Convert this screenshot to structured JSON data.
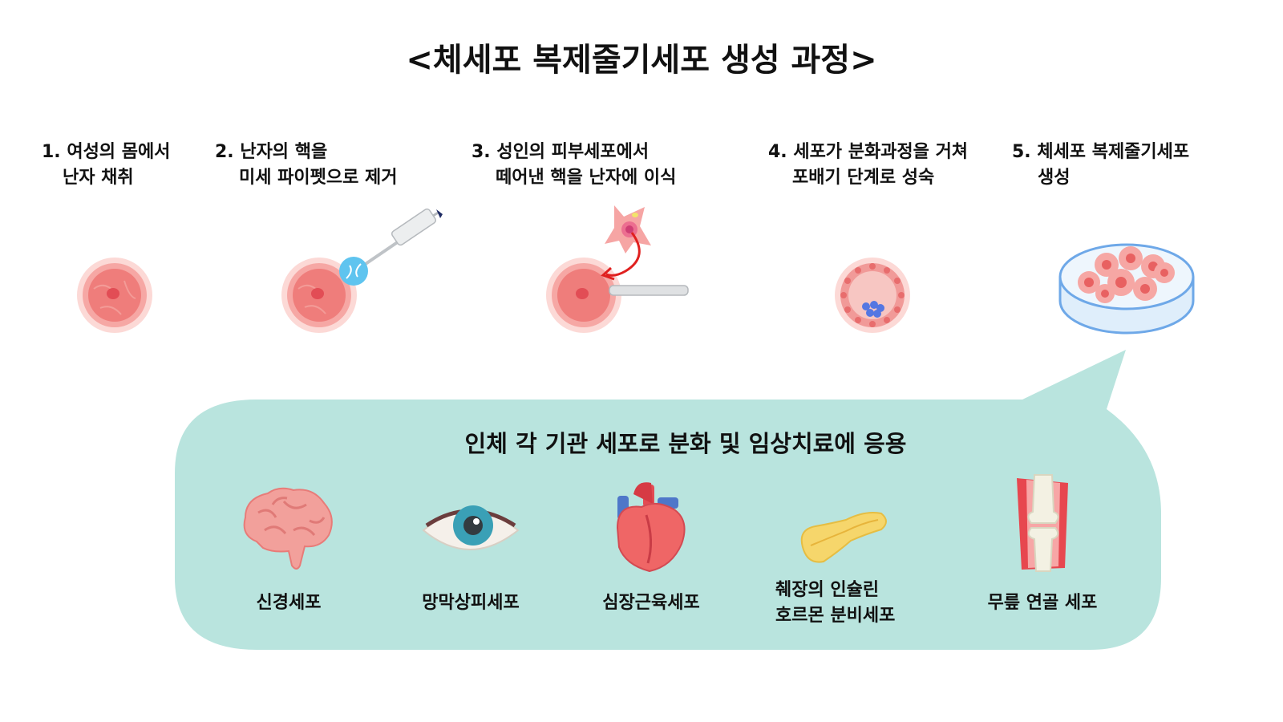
{
  "title": "<체세포 복제줄기세포 생성 과정>",
  "steps": [
    {
      "line1": "1. 여성의 몸에서",
      "line2": "난자 채취"
    },
    {
      "line1": "2. 난자의 핵을",
      "line2": "미세 파이펫으로 제거"
    },
    {
      "line1": "3. 성인의 피부세포에서",
      "line2": "떼어낸 핵을 난자에 이식"
    },
    {
      "line1": "4. 세포가 분화과정을 거쳐",
      "line2": "포배기 단계로 성숙"
    },
    {
      "line1": "5. 체세포 복제줄기세포",
      "line2": "생성"
    }
  ],
  "application": {
    "title": "인체 각 기관 세포로 분화 및 임상치료에 응용",
    "organs": [
      {
        "label": "신경세포",
        "icon": "brain-icon"
      },
      {
        "label": "망막상피세포",
        "icon": "eye-icon"
      },
      {
        "label": "심장근육세포",
        "icon": "heart-icon"
      },
      {
        "label_line1": "췌장의 인슐린",
        "label_line2": "호르몬 분비세포",
        "icon": "pancreas-icon"
      },
      {
        "label": "무릎 연골 세포",
        "icon": "knee-joint-icon"
      }
    ]
  },
  "colors": {
    "bubble": "#b9e4de",
    "egg_outer": "#fbd0cd",
    "egg_inner": "#f07b7b",
    "dish": "#6ea8e8"
  }
}
